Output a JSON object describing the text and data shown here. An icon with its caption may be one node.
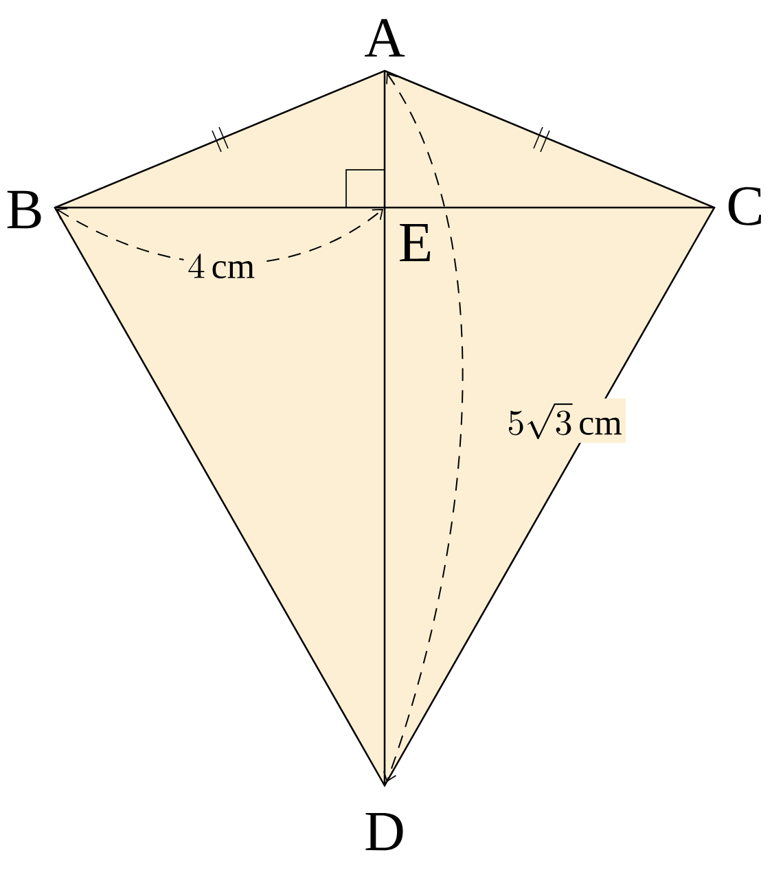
{
  "diagram": {
    "labels": [
      "A",
      "B",
      "C",
      "E",
      "4\\,\\mathrm{cm}",
      "5\\sqrt{3}\\,\\mathrm{cm}",
      "D"
    ]
  }
}
